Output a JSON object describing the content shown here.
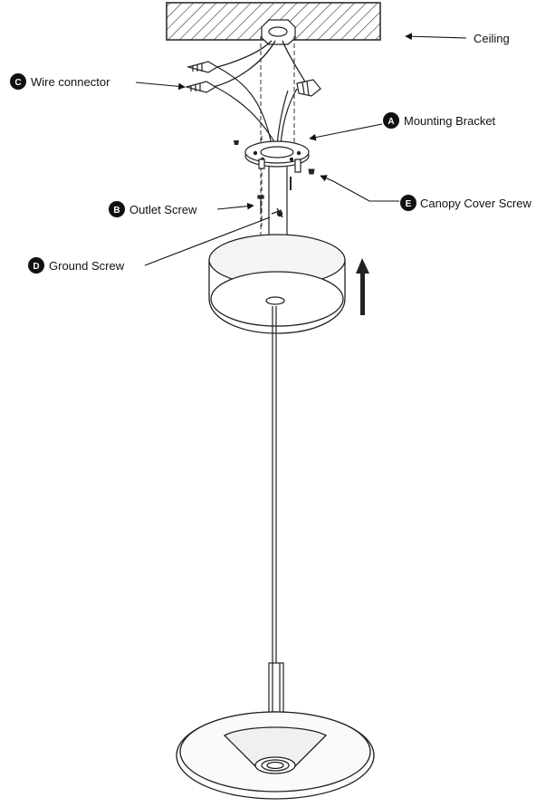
{
  "callouts": {
    "ceiling": {
      "text": "Ceiling"
    },
    "wire_connector": {
      "letter": "C",
      "text": "Wire connector"
    },
    "mounting_bracket": {
      "letter": "A",
      "text": "Mounting Bracket"
    },
    "canopy_cover_screw": {
      "letter": "E",
      "text": "Canopy Cover Screw"
    },
    "outlet_screw": {
      "letter": "B",
      "text": "Outlet Screw"
    },
    "ground_screw": {
      "letter": "D",
      "text": "Ground Screw"
    }
  },
  "colors": {
    "line": "#222222",
    "badge": "#111111",
    "background": "#ffffff"
  }
}
